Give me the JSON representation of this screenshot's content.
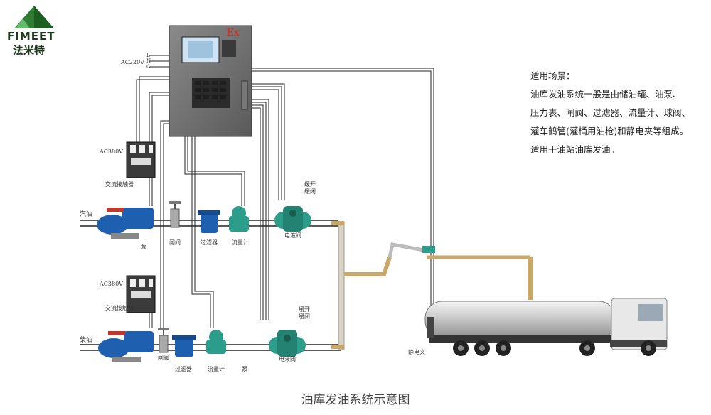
{
  "logo": {
    "brand": "FIMEET",
    "cn": "法米特"
  },
  "controller": {
    "ex_mark": "Ex",
    "power_label": "AC220V",
    "power_lines": [
      "L",
      "N",
      "G"
    ]
  },
  "lines": {
    "gasoline": "汽油",
    "diesel": "柴油"
  },
  "contactor_top": {
    "voltage": "AC380V",
    "label": "交流接触器"
  },
  "contactor_bottom": {
    "voltage": "AC380V",
    "label": "交流接触器"
  },
  "top_line_labels": {
    "gate_valve": "闸阀",
    "pump": "泵",
    "filter": "过滤器",
    "flowmeter": "流量计",
    "solenoid_valve": "电液阀",
    "open_close": [
      "缓开",
      "缓闭"
    ]
  },
  "bottom_line_labels": {
    "gate_valve": "闸阀",
    "filter": "过滤器",
    "flowmeter": "流量计",
    "pump": "泵",
    "solenoid_valve": "电液阀",
    "open_close": [
      "缓开",
      "缓闭"
    ]
  },
  "truck": {
    "clamp_label": "静电夹"
  },
  "description": {
    "title": "适用场景：",
    "lines": [
      "油库发油系统一般是由储油罐、油泵、",
      "压力表、闸阀、过滤器、流量计、球阀、",
      "灌车鹤管(灌桶用油枪)和静电夹等组成。",
      "适用于油站油库发油。"
    ]
  },
  "caption": "油库发油系统示意图",
  "colors": {
    "controller": "#6f6f6f",
    "pump": "#1f5fb0",
    "valve_green": "#2c9d8a",
    "pipe_brass": "#c9a86a",
    "logo_green": "#2e7d32",
    "ex_red": "#c0392b"
  }
}
